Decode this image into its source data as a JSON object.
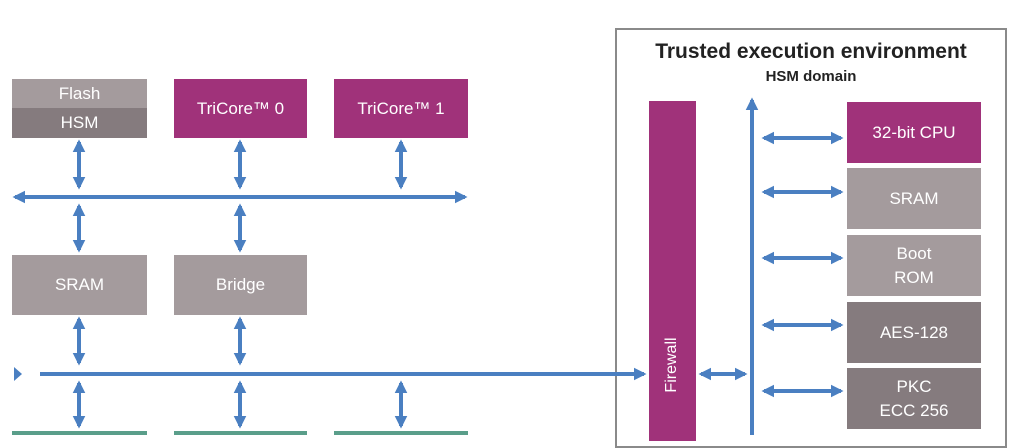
{
  "main": {
    "flash_label": "Flash",
    "hsm_label": "HSM",
    "tricore0_label": "TriCore™ 0",
    "tricore1_label": "TriCore™ 1",
    "sram_label": "SRAM",
    "bridge_label": "Bridge"
  },
  "tee": {
    "title": "Trusted execution environment",
    "subtitle": "HSM domain",
    "firewall_label": "Firewall",
    "blocks": {
      "cpu": "32-bit CPU",
      "sram": "SRAM",
      "boot_line1": "Boot",
      "boot_line2": "ROM",
      "aes": "AES-128",
      "pkc_line1": "PKC",
      "pkc_line2": "ECC 256"
    }
  },
  "colors": {
    "arrow": "#4a7fc1",
    "purple": "#a0327a",
    "gray": "#a49b9d",
    "dark_gray": "#857b7e",
    "green": "#5a9e8a"
  }
}
